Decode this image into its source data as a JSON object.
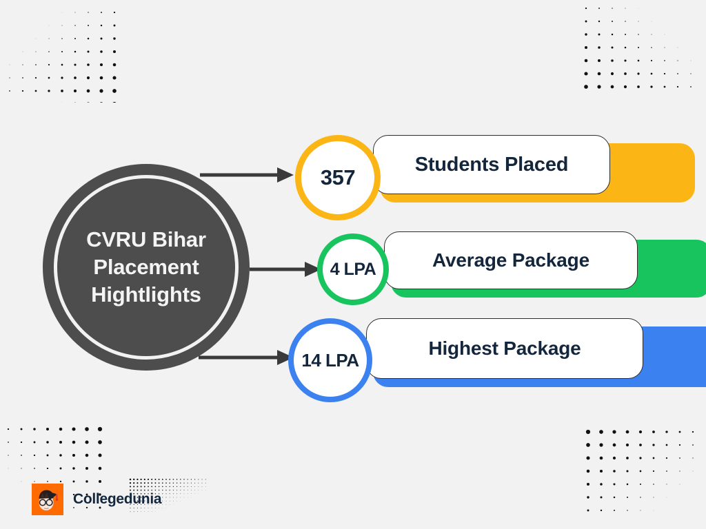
{
  "background_color": "#f2f2f2",
  "hub": {
    "title": "CVRU Bihar\nPlacement\nHightlights",
    "fill_color": "#4d4d4d",
    "text_color": "#f4f4f4"
  },
  "stats": [
    {
      "value": "357",
      "label": "Students Placed",
      "accent_color": "#fbb615"
    },
    {
      "value": "4 LPA",
      "label": "Average Package",
      "accent_color": "#18c45e"
    },
    {
      "value": "14 LPA",
      "label": "Highest Package",
      "accent_color": "#3b82f0"
    }
  ],
  "connectors": {
    "arrow_color": "#3a3a3a",
    "count": 3
  },
  "brand": {
    "name": "Collegedunia",
    "mark_icon": "graduate-face-icon",
    "mark_background": "#ff6b00",
    "text_color": "#13263c"
  },
  "decor": {
    "dot_color": "#111111",
    "corners": [
      "top-left",
      "top-right",
      "bottom-left",
      "bottom-right"
    ]
  }
}
